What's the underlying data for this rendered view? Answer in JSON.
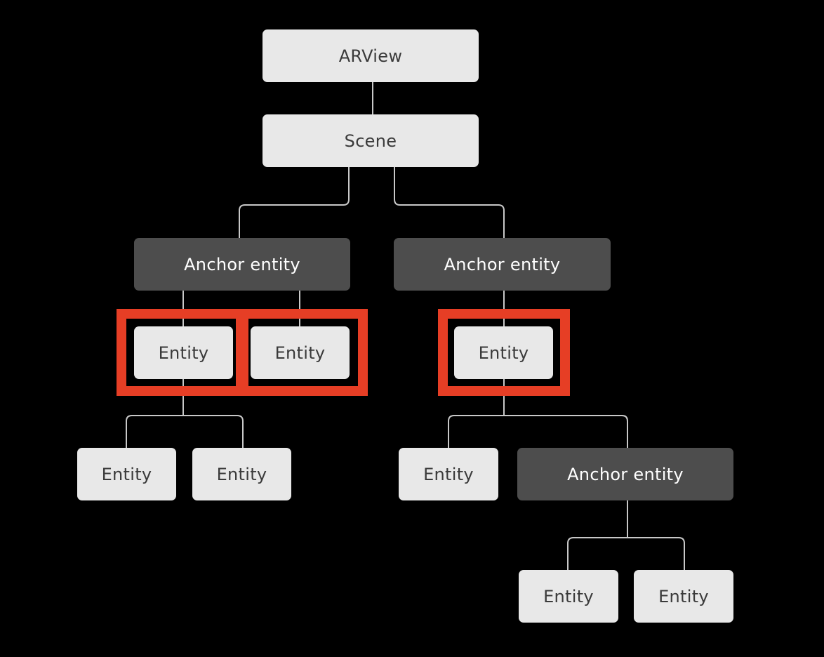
{
  "diagram": {
    "root": "ARView",
    "scene": "Scene",
    "anchor_left": "Anchor entity",
    "anchor_right": "Anchor entity",
    "anchor_nested": "Anchor entity",
    "entity_left_1": "Entity",
    "entity_left_2": "Entity",
    "entity_right_1": "Entity",
    "entity_left_1_child_1": "Entity",
    "entity_left_1_child_2": "Entity",
    "entity_right_1_child_1": "Entity",
    "entity_nested_child_1": "Entity",
    "entity_nested_child_2": "Entity"
  },
  "colors": {
    "background": "#000000",
    "light_node": "#e8e8e8",
    "dark_node": "#4d4d4d",
    "connector": "#c8c8c8",
    "highlight": "#e63e25"
  }
}
